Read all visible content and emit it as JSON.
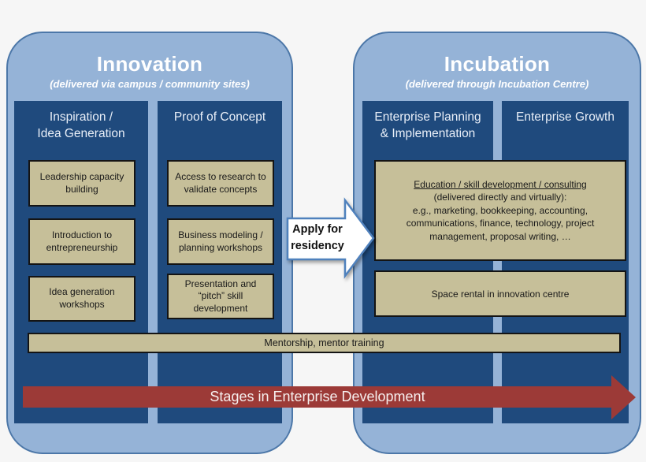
{
  "colors": {
    "background": "#f6f6f6",
    "panel_fill": "#95b3d7",
    "panel_border": "#4c77a8",
    "column_fill": "#1f4a7d",
    "box_fill": "#c6bf99",
    "box_border": "#141414",
    "stages_arrow_fill": "#9c3a37",
    "apply_arrow_fill": "#ffffff",
    "apply_arrow_border": "#4f81bd",
    "heading_text": "#ffffff"
  },
  "innovation": {
    "title": "Innovation",
    "subtitle": "(delivered via campus / community sites)",
    "columns": [
      {
        "header": "Inspiration /\nIdea Generation",
        "boxes": [
          "Leadership capacity\nbuilding",
          "Introduction to\nentrepreneurship",
          "Idea generation\nworkshops"
        ]
      },
      {
        "header": "Proof of Concept",
        "boxes": [
          "Access to research to\nvalidate concepts",
          "Business modeling /\nplanning workshops",
          "Presentation and\n“pitch” skill\ndevelopment"
        ]
      }
    ]
  },
  "apply_arrow": {
    "label": "Apply for\nresidency"
  },
  "incubation": {
    "title": "Incubation",
    "subtitle": "(delivered through Incubation Centre)",
    "columns": [
      {
        "header": "Enterprise Planning\n& Implementation"
      },
      {
        "header": "Enterprise Growth"
      }
    ],
    "education_box": {
      "title": "Education / skill development / consulting",
      "line2": "(delivered directly and virtually):",
      "body": "e.g., marketing, bookkeeping, accounting, communications, finance, technology, project management, proposal writing, …"
    },
    "space_box": {
      "label": "Space rental in innovation centre"
    }
  },
  "mentorship_bar": {
    "label": "Mentorship, mentor training"
  },
  "stages_arrow": {
    "label": "Stages in Enterprise Development"
  }
}
